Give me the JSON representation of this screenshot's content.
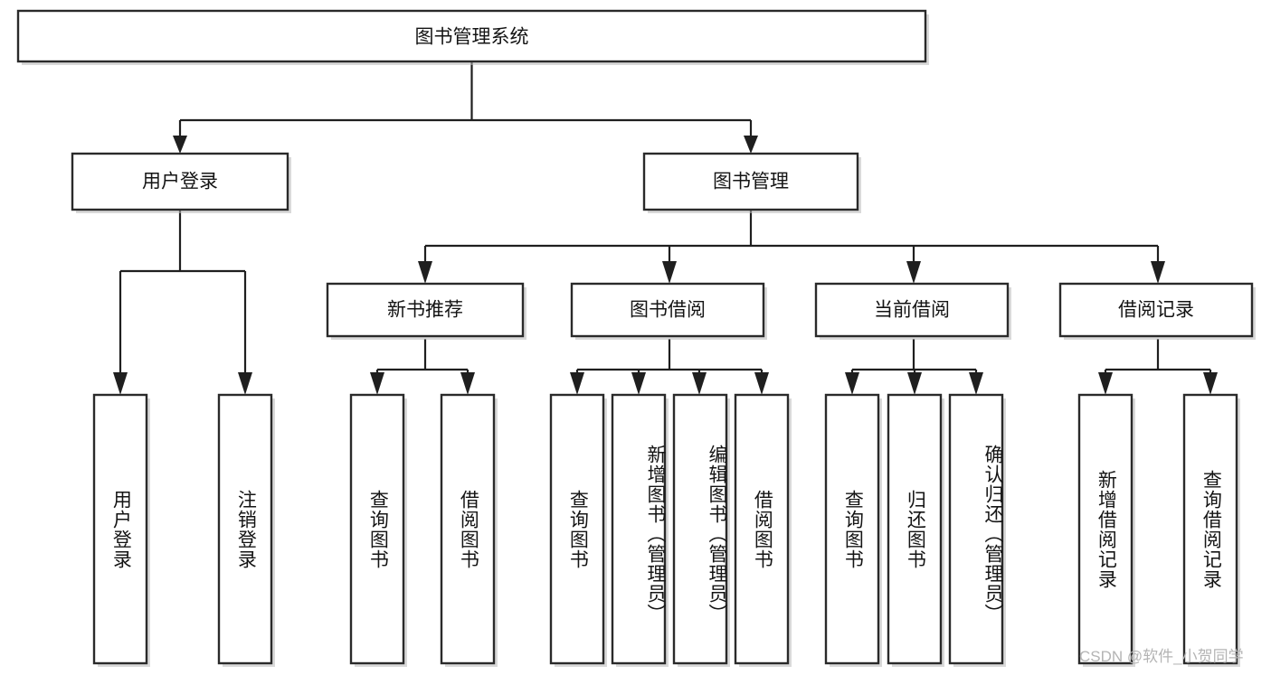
{
  "diagram": {
    "type": "tree-hierarchy",
    "title": "图书管理系统",
    "orientation": "top-down",
    "colors": {
      "box_fill": "#ffffff",
      "box_stroke": "#2a2a2a",
      "connector": "#1f1f1f",
      "text": "#141414",
      "watermark": "#b4b4b4",
      "background": "#ffffff"
    }
  },
  "nodes": {
    "root": {
      "label": "图书管理系统",
      "level": 1
    },
    "level2": [
      {
        "id": "user-login",
        "label": "用户登录"
      },
      {
        "id": "book-management",
        "label": "图书管理"
      }
    ],
    "level3": [
      {
        "id": "new-book-recommend",
        "label": "新书推荐",
        "parent": "book-management"
      },
      {
        "id": "book-borrow",
        "label": "图书借阅",
        "parent": "book-management"
      },
      {
        "id": "current-borrow",
        "label": "当前借阅",
        "parent": "book-management"
      },
      {
        "id": "borrow-record",
        "label": "借阅记录",
        "parent": "book-management"
      }
    ],
    "leaves": {
      "user-login": [
        {
          "id": "leaf-user-login",
          "label": "用户登录"
        },
        {
          "id": "leaf-logout",
          "label": "注销登录"
        }
      ],
      "new-book-recommend": [
        {
          "id": "leaf-query-book-1",
          "label": "查询图书"
        },
        {
          "id": "leaf-borrow-book-1",
          "label": "借阅图书"
        }
      ],
      "book-borrow": [
        {
          "id": "leaf-query-book-2",
          "label": "查询图书"
        },
        {
          "id": "leaf-add-book",
          "label": "新增图书（管理员）"
        },
        {
          "id": "leaf-edit-book",
          "label": "编辑图书（管理员）"
        },
        {
          "id": "leaf-borrow-book-2",
          "label": "借阅图书"
        }
      ],
      "current-borrow": [
        {
          "id": "leaf-query-book-3",
          "label": "查询图书"
        },
        {
          "id": "leaf-return-book",
          "label": "归还图书"
        },
        {
          "id": "leaf-confirm-return",
          "label": "确认归还（管理员）"
        }
      ],
      "borrow-record": [
        {
          "id": "leaf-add-record",
          "label": "新增借阅记录"
        },
        {
          "id": "leaf-query-record",
          "label": "查询借阅记录"
        }
      ]
    }
  },
  "watermark": {
    "text": "CSDN @软件_小贺同学"
  }
}
